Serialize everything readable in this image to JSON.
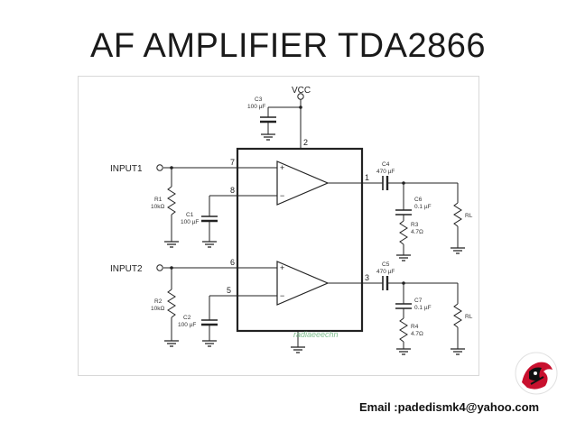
{
  "title": "AF AMPLIFIER TDA2866",
  "email": "Email :padedismk4@yahoo.com",
  "diagram": {
    "vcc": "VCC",
    "input1": "INPUT1",
    "input2": "INPUT2",
    "pins": {
      "p2": "2",
      "p7": "7",
      "p8": "8",
      "p1": "1",
      "p6": "6",
      "p5": "5",
      "p3": "3"
    },
    "plus": "+",
    "minus": "−",
    "c3": {
      "name": "C3",
      "value": "100 µF"
    },
    "c1": {
      "name": "C1",
      "value": "100 µF"
    },
    "c2": {
      "name": "C2",
      "value": "100 µF"
    },
    "c4": {
      "name": "C4",
      "value": "470 µF"
    },
    "c5": {
      "name": "C5",
      "value": "470 µF"
    },
    "c6": {
      "name": "C6",
      "value": "0.1 µF"
    },
    "c7": {
      "name": "C7",
      "value": "0.1 µF"
    },
    "r1": {
      "name": "R1",
      "value": "10kΩ"
    },
    "r2": {
      "name": "R2",
      "value": "10kΩ"
    },
    "r3": {
      "name": "R3",
      "value": "4.7Ω"
    },
    "r4": {
      "name": "R4",
      "value": "4.7Ω"
    },
    "rl1": "RL",
    "rl2": "RL",
    "watermark": "radiaeeechn"
  }
}
